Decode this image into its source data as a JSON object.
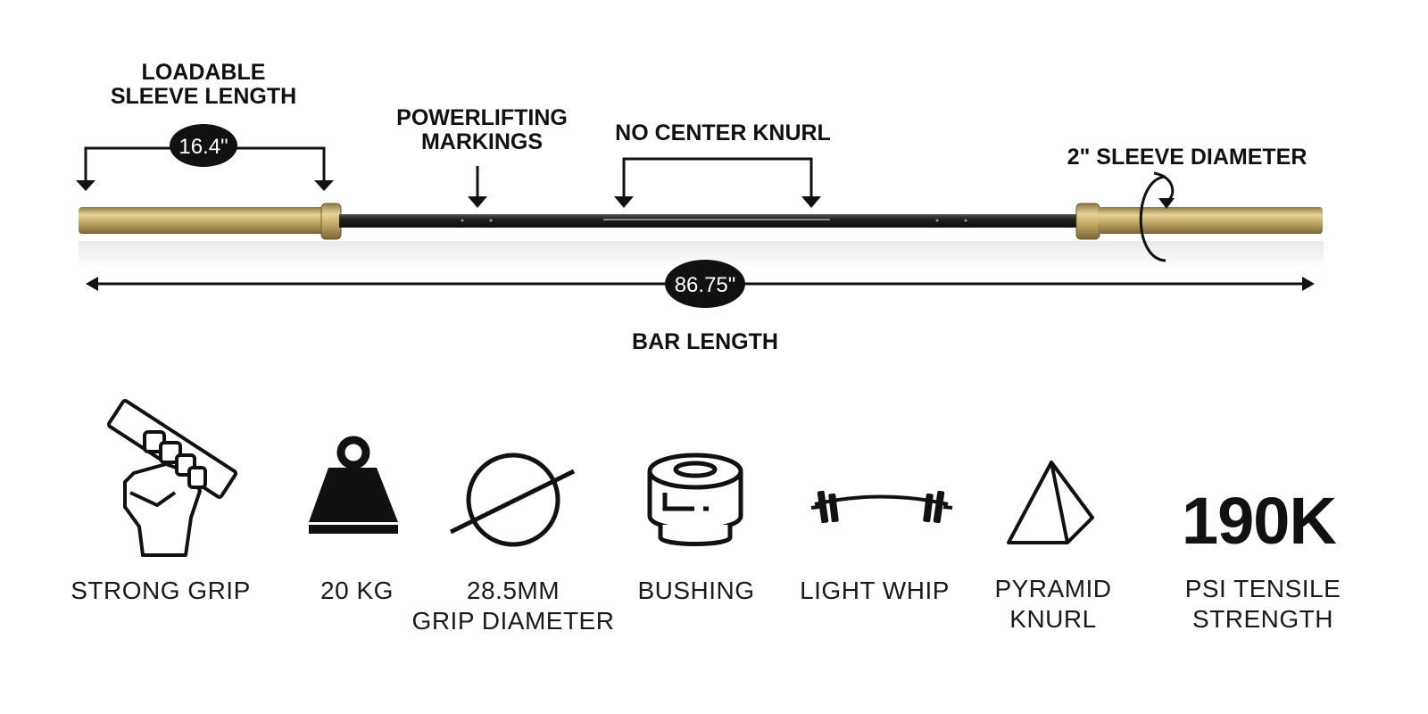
{
  "callouts": {
    "loadable_sleeve": {
      "line1": "LOADABLE",
      "line2": "SLEEVE LENGTH",
      "value": "16.4\""
    },
    "powerlifting": {
      "line1": "POWERLIFTING",
      "line2": "MARKINGS"
    },
    "no_center_knurl": {
      "label": "NO CENTER KNURL"
    },
    "sleeve_diameter": {
      "label": "2\" SLEEVE DIAMETER"
    },
    "bar_length": {
      "label": "BAR LENGTH",
      "value": "86.75\""
    }
  },
  "features": [
    {
      "icon": "fist-grip-icon",
      "line1": "STRONG GRIP",
      "line2": ""
    },
    {
      "icon": "kettle-weight-icon",
      "line1": "20 KG",
      "line2": ""
    },
    {
      "icon": "diameter-icon",
      "line1": "28.5MM",
      "line2": "GRIP DIAMETER"
    },
    {
      "icon": "bushing-icon",
      "line1": "BUSHING",
      "line2": ""
    },
    {
      "icon": "whip-barbell-icon",
      "line1": "LIGHT WHIP",
      "line2": ""
    },
    {
      "icon": "pyramid-icon",
      "line1": "PYRAMID",
      "line2": "KNURL"
    },
    {
      "icon": "tensile-number",
      "big": "190K",
      "line1": "PSI TENSILE",
      "line2": "STRENGTH"
    }
  ],
  "colors": {
    "sleeve_gold": "#c8ad6a",
    "shaft_black": "#1f1f1f",
    "ink": "#111111"
  }
}
